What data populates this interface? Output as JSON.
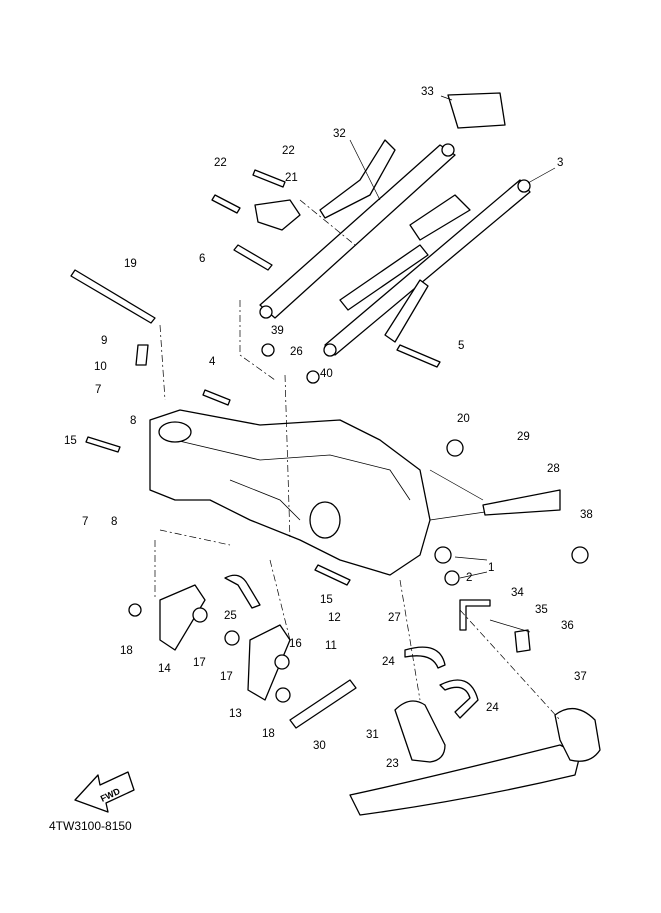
{
  "diagram": {
    "part_code": "4TW3100-8150",
    "forward_arrow": "FWD",
    "callouts": [
      "33",
      "32",
      "3",
      "22",
      "22",
      "21",
      "6",
      "19",
      "9",
      "39",
      "26",
      "5",
      "4",
      "10",
      "40",
      "7",
      "8",
      "20",
      "29",
      "15",
      "28",
      "7",
      "8",
      "38",
      "1",
      "2",
      "15",
      "34",
      "25",
      "12",
      "27",
      "35",
      "36",
      "18",
      "14",
      "17",
      "16",
      "11",
      "17",
      "24",
      "24",
      "37",
      "13",
      "18",
      "30",
      "31",
      "23"
    ]
  }
}
